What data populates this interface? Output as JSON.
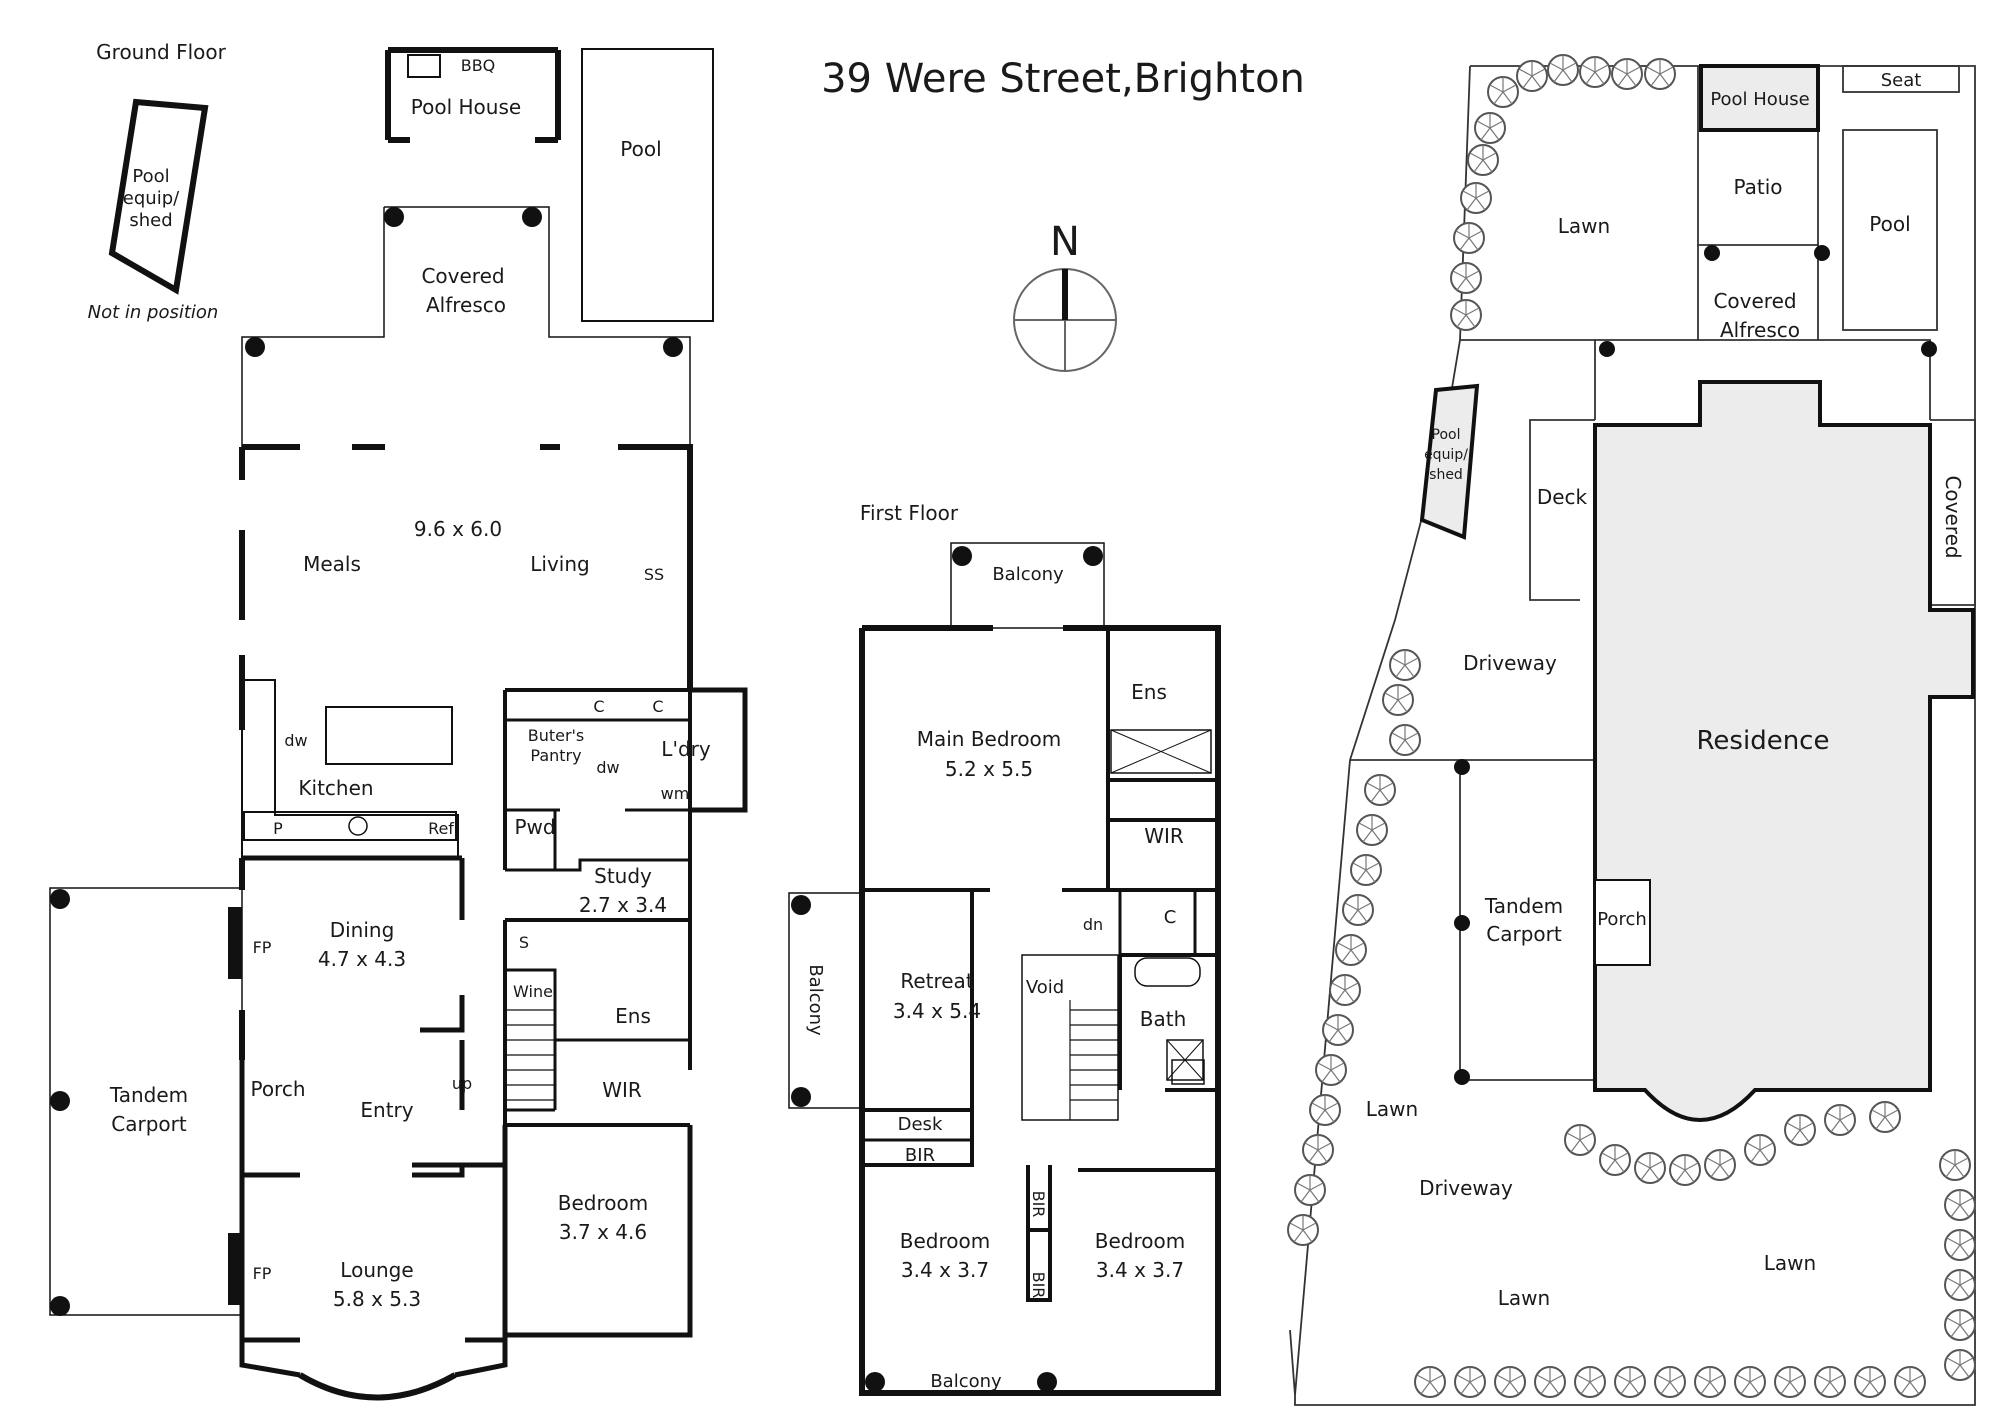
{
  "title": "39 Were Street,Brighton",
  "compass": {
    "north": "N"
  },
  "ground_floor": {
    "heading": "Ground Floor",
    "note": "Not in position",
    "pool_shed": "Pool equip/ shed",
    "pool_shed_lines": [
      "Pool",
      "equip/",
      "shed"
    ],
    "pool_house": "Pool House",
    "bbq": "BBQ",
    "pool": "Pool",
    "covered_alfresco": [
      "Covered",
      "Alfresco"
    ],
    "meals": "Meals",
    "living_dims": "9.6 x 6.0",
    "living": "Living",
    "ss": "SS",
    "kitchen": "Kitchen",
    "dw": "dw",
    "p": "P",
    "ref": "Ref",
    "butlers_pantry": [
      "Buter's",
      "Pantry"
    ],
    "pantry_dw": "dw",
    "c1": "C",
    "c2": "C",
    "laundry": "L'dry",
    "wm": "wm",
    "pwd": "Pwd",
    "study": "Study",
    "study_dims": "2.7 x 3.4",
    "s": "S",
    "wine": "Wine",
    "ens": "Ens",
    "wir": "WIR",
    "up": "up",
    "dining": "Dining",
    "dining_dims": "4.7 x 4.3",
    "fp1": "FP",
    "fp2": "FP",
    "porch": "Porch",
    "entry": "Entry",
    "tandem_carport": [
      "Tandem",
      "Carport"
    ],
    "bedroom": "Bedroom",
    "bedroom_dims": "3.7 x 4.6",
    "lounge": "Lounge",
    "lounge_dims": "5.8 x 5.3"
  },
  "first_floor": {
    "heading": "First Floor",
    "balcony_top": "Balcony",
    "main_bedroom": "Main Bedroom",
    "main_bedroom_dims": "5.2 x 5.5",
    "ens": "Ens",
    "wir": "WIR",
    "c": "C",
    "dn": "dn",
    "balcony_side": "Balcony",
    "retreat": "Retreat",
    "retreat_dims": "3.4 x 5.4",
    "void": "Void",
    "bath": "Bath",
    "desk": "Desk",
    "bir1": "BIR",
    "bir2": "BIR",
    "bir3": "BIR",
    "bedroom2": "Bedroom",
    "bedroom2_dims": "3.4 x 3.7",
    "bedroom3": "Bedroom",
    "bedroom3_dims": "3.4 x 3.7",
    "balcony_bottom": "Balcony"
  },
  "site_plan": {
    "pool_house": "Pool House",
    "seat": "Seat",
    "patio": "Patio",
    "pool": "Pool",
    "lawn_top": "Lawn",
    "covered_alfresco": [
      "Covered",
      "Alfresco"
    ],
    "pool_shed_lines": [
      "Pool",
      "equip/",
      "shed"
    ],
    "deck": "Deck",
    "covered": "Covered",
    "driveway_top": "Driveway",
    "residence": "Residence",
    "tandem_carport": [
      "Tandem",
      "Carport"
    ],
    "porch": "Porch",
    "lawn_left": "Lawn",
    "driveway_bottom": "Driveway",
    "lawn_mid": "Lawn",
    "lawn_right": "Lawn"
  }
}
